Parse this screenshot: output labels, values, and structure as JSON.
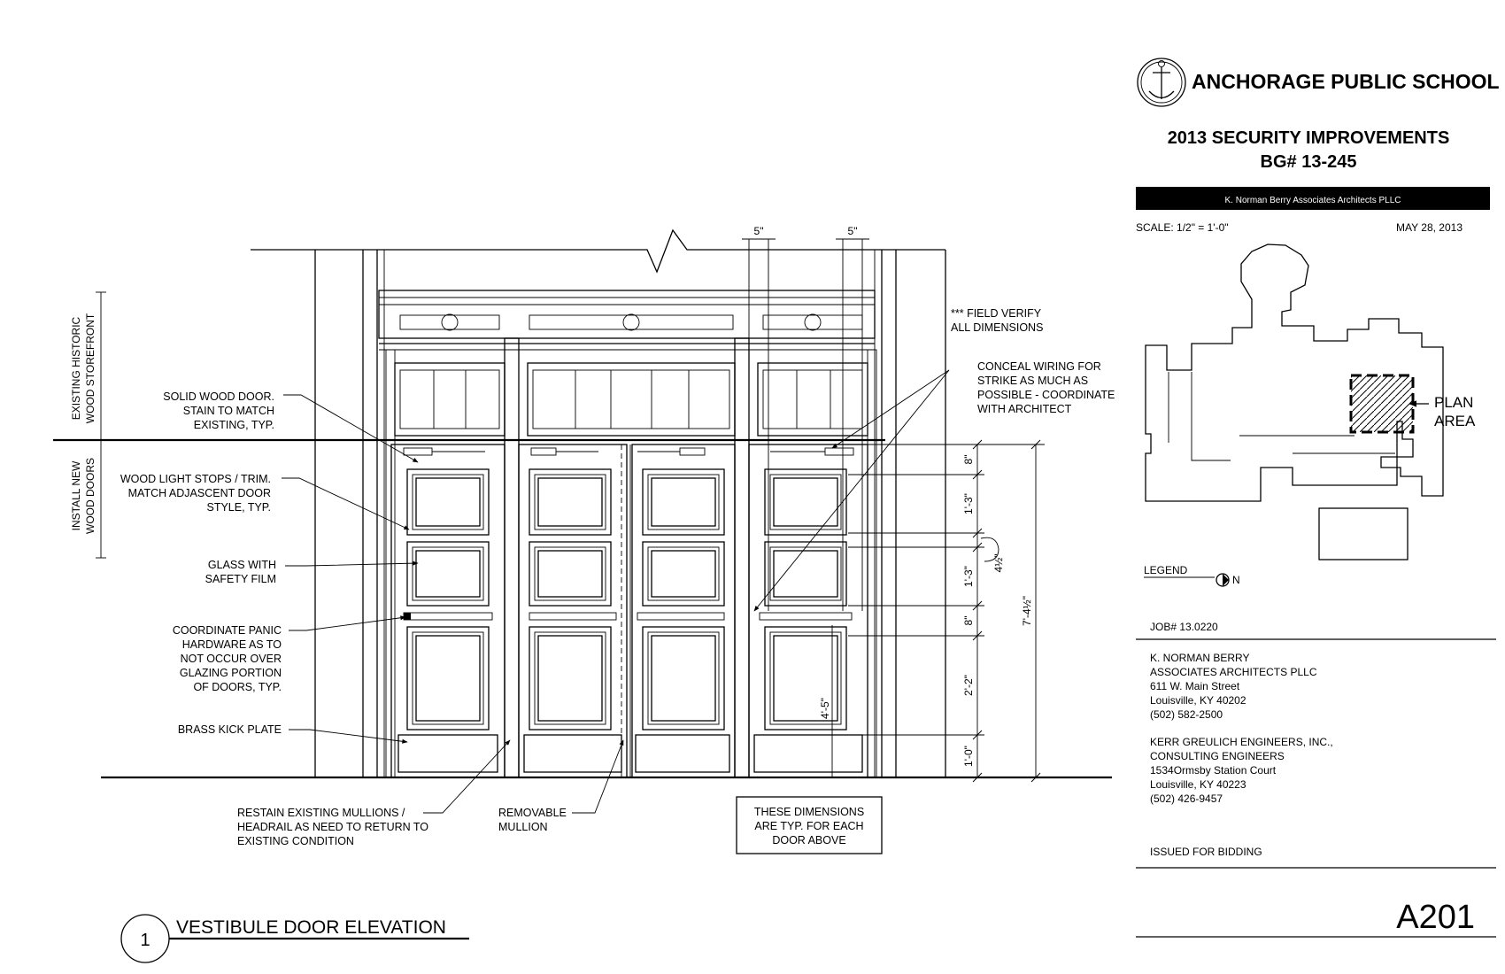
{
  "title_block": {
    "school_name": "ANCHORAGE PUBLIC SCHOOL",
    "project_title": "2013 SECURITY IMPROVEMENTS",
    "project_number": "BG# 13-245",
    "firm_banner": "K. Norman Berry Associates Architects PLLC",
    "scale": "SCALE: 1/2\" = 1'-0\"",
    "date": "MAY 28, 2013",
    "key_plan_label": [
      "PLAN",
      "AREA"
    ],
    "legend_label": "LEGEND",
    "north_label": "N",
    "job_number": "JOB# 13.0220",
    "architect": [
      "K. NORMAN BERRY",
      "ASSOCIATES ARCHITECTS PLLC",
      "611 W. Main Street",
      "Louisville, KY 40202",
      "(502) 582-2500"
    ],
    "engineer": [
      "KERR GREULICH ENGINEERS, INC.,",
      "CONSULTING ENGINEERS",
      "1534Ormsby Station Court",
      "Louisville, KY 40223",
      "(502) 426-9457"
    ],
    "issue_status": "ISSUED FOR BIDDING",
    "sheet_number": "A201"
  },
  "drawing": {
    "title_number": "1",
    "title": "VESTIBULE DOOR ELEVATION",
    "side_labels": {
      "existing": [
        "EXISTING HISTORIC",
        "WOOD STOREFRONT"
      ],
      "new": [
        "INSTALL NEW",
        "WOOD DOORS"
      ]
    },
    "left_notes": [
      [
        "SOLID WOOD DOOR.",
        "STAIN TO MATCH",
        "EXISTING, TYP."
      ],
      [
        "WOOD LIGHT STOPS / TRIM.",
        "MATCH ADJASCENT DOOR",
        "STYLE, TYP."
      ],
      [
        "GLASS WITH",
        "SAFETY FILM"
      ],
      [
        "COORDINATE PANIC",
        "HARDWARE AS TO",
        "NOT OCCUR OVER",
        "GLAZING PORTION",
        "OF DOORS, TYP."
      ],
      [
        "BRASS KICK PLATE"
      ]
    ],
    "bottom_notes": [
      [
        "RESTAIN EXISTING MULLIONS /",
        "HEADRAIL AS NEED TO RETURN TO",
        "EXISTING CONDITION"
      ],
      [
        "REMOVABLE",
        "MULLION"
      ]
    ],
    "boxed_note": [
      "THESE DIMENSIONS",
      "ARE TYP. FOR EACH",
      "DOOR ABOVE"
    ],
    "right_notes": [
      [
        "*** FIELD VERIFY",
        "ALL DIMENSIONS"
      ],
      [
        "CONCEAL WIRING FOR",
        "STRIKE AS MUCH AS",
        "POSSIBLE - COORDINATE",
        "WITH ARCHITECT"
      ]
    ],
    "top_dims": [
      "5\"",
      "5\""
    ],
    "vertical_dims": [
      "8\"",
      "1'-3\"",
      "1'-3\"",
      "8\"",
      "2'-2\"",
      "1'-0\""
    ],
    "overall_dim": "7'-4½\"",
    "side_dim": "4½\"",
    "inner_dim": "4'-5\""
  }
}
